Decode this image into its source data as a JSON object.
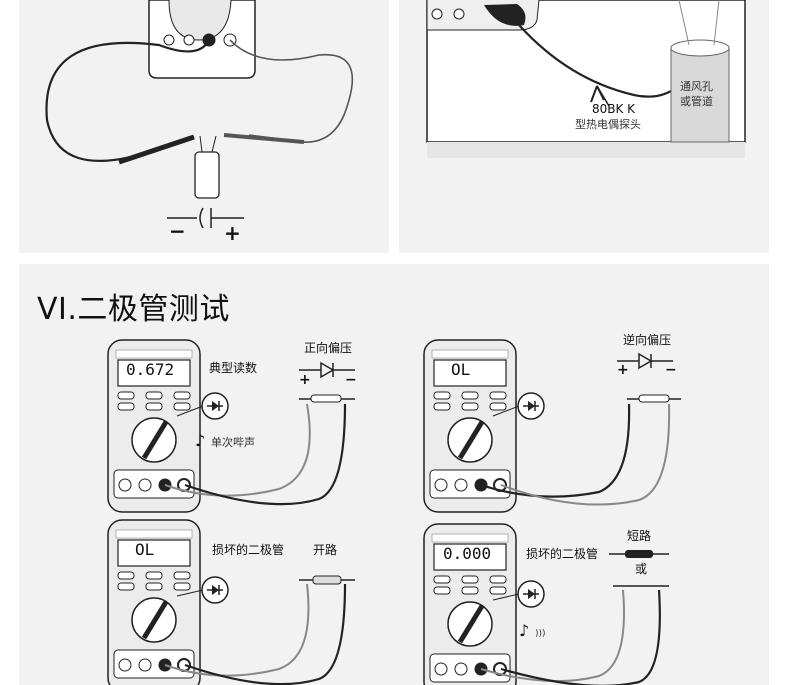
{
  "section_title": "VI.二极管测试",
  "top_right": {
    "probe_label_1": "80BK K",
    "probe_label_2": "型热电偶探头",
    "vent_label_1": "通风孔",
    "vent_label_2": "或管道"
  },
  "top_left": {
    "minus": "−",
    "plus": "+"
  },
  "panels": {
    "p1": {
      "display": "0.672",
      "reading_label": "典型读数",
      "bias_label": "正向偏压",
      "beep_label": "单次哔声",
      "plus": "+",
      "minus": "−"
    },
    "p2": {
      "display": "OL",
      "bias_label": "逆向偏压",
      "plus": "+",
      "minus": "−"
    },
    "p3": {
      "display": "OL",
      "damaged_label": "损坏的二极管",
      "state_label": "开路"
    },
    "p4": {
      "display": "0.000",
      "damaged_label": "损坏的二极管",
      "state_label": "短路",
      "or_label": "或"
    }
  }
}
